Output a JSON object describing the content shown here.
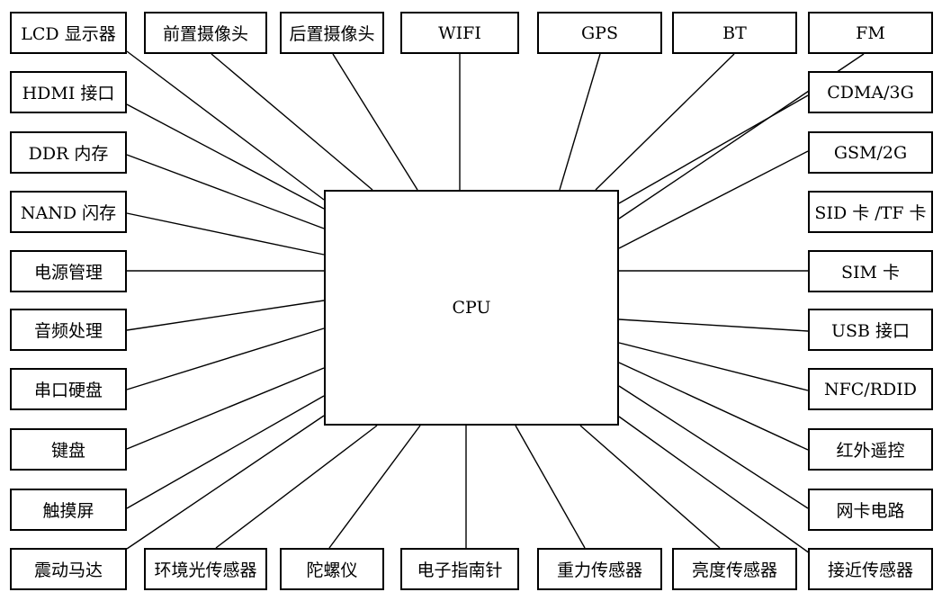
{
  "cpu": {
    "label": "CPU"
  },
  "top": [
    "LCD 显示器",
    "前置摄像头",
    "后置摄像头",
    "WIFI",
    "GPS",
    "BT",
    "FM"
  ],
  "left": [
    "HDMI 接口",
    "DDR 内存",
    "NAND 闪存",
    "电源管理",
    "音频处理",
    "串口硬盘",
    "键盘",
    "触摸屏"
  ],
  "right": [
    "CDMA/3G",
    "GSM/2G",
    "SID 卡 /TF 卡",
    "SIM 卡",
    "USB 接口",
    "NFC/RDID",
    "红外遥控",
    "网卡电路"
  ],
  "bottom": [
    "震动马达",
    "环境光传感器",
    "陀螺仪",
    "电子指南针",
    "重力传感器",
    "亮度传感器",
    "接近传感器"
  ],
  "colors": {
    "line": "#000000",
    "background": "#ffffff"
  }
}
